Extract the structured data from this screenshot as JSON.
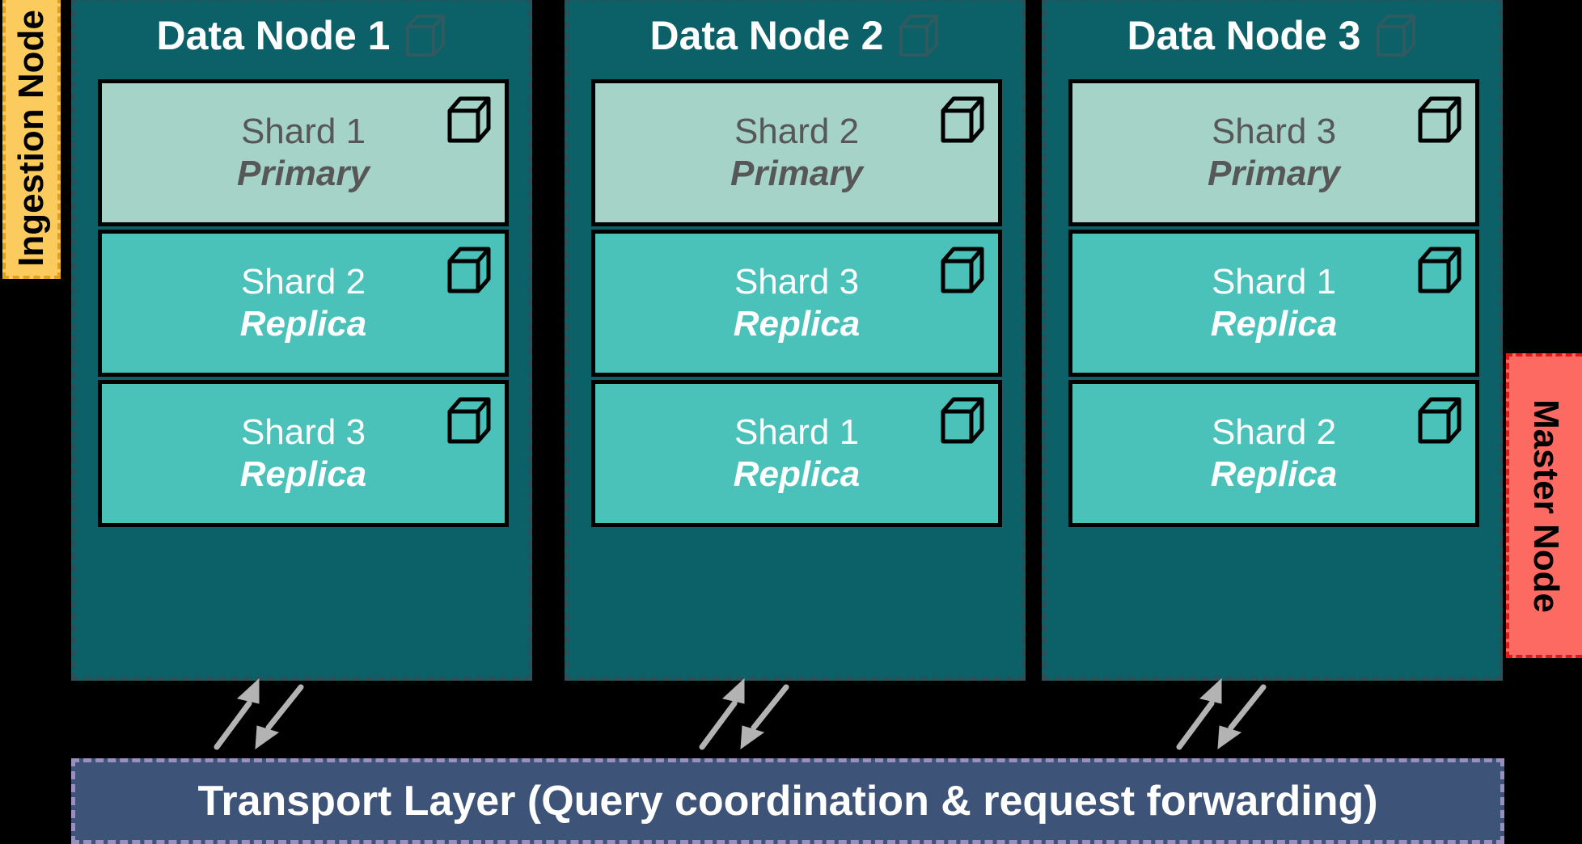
{
  "diagram": {
    "title": "OpenSearch cluster sharding and transport layer architecture",
    "colors": {
      "node_panel_bg": "#0c6068",
      "node_panel_border": "#2c5058",
      "primary_shard_bg": "#a5d3c8",
      "primary_shard_text": "#575757",
      "replica_shard_bg": "#4ac2b9",
      "replica_shard_text": "#ffffff",
      "ingestion_bg": "#fbcb5e",
      "ingestion_border": "#e0a21a",
      "master_bg": "#fc6a62",
      "master_border": "#e01a1a",
      "transport_bg": "#3d5378",
      "transport_border": "#9a8fbf",
      "arrow": "#b3b3b3",
      "canvas_bg": "#000000"
    }
  },
  "side_labels": {
    "ingestion": {
      "label": "Ingestion Node",
      "orientation": "vertical-bottom-to-top"
    },
    "master": {
      "label": "Master Node",
      "orientation": "vertical-top-to-bottom"
    }
  },
  "data_nodes": [
    {
      "title": "Data Node 1",
      "icon": "cube-icon",
      "shards": [
        {
          "name": "Shard 1",
          "role": "Primary",
          "icon": "cube-icon"
        },
        {
          "name": "Shard 2",
          "role": "Replica",
          "icon": "cube-icon"
        },
        {
          "name": "Shard 3",
          "role": "Replica",
          "icon": "cube-icon"
        }
      ]
    },
    {
      "title": "Data Node 2",
      "icon": "cube-icon",
      "shards": [
        {
          "name": "Shard 2",
          "role": "Primary",
          "icon": "cube-icon"
        },
        {
          "name": "Shard 3",
          "role": "Replica",
          "icon": "cube-icon"
        },
        {
          "name": "Shard 1",
          "role": "Replica",
          "icon": "cube-icon"
        }
      ]
    },
    {
      "title": "Data Node 3",
      "icon": "cube-icon",
      "shards": [
        {
          "name": "Shard 3",
          "role": "Primary",
          "icon": "cube-icon"
        },
        {
          "name": "Shard 1",
          "role": "Replica",
          "icon": "cube-icon"
        },
        {
          "name": "Shard 2",
          "role": "Replica",
          "icon": "cube-icon"
        }
      ]
    }
  ],
  "transport_layer": {
    "label": "Transport Layer (Query coordination & request forwarding)"
  },
  "connectors": [
    {
      "from": "data-node-1",
      "to": "transport-layer",
      "style": "bidirectional-double-arrow"
    },
    {
      "from": "data-node-2",
      "to": "transport-layer",
      "style": "bidirectional-double-arrow"
    },
    {
      "from": "data-node-3",
      "to": "transport-layer",
      "style": "bidirectional-double-arrow"
    }
  ]
}
